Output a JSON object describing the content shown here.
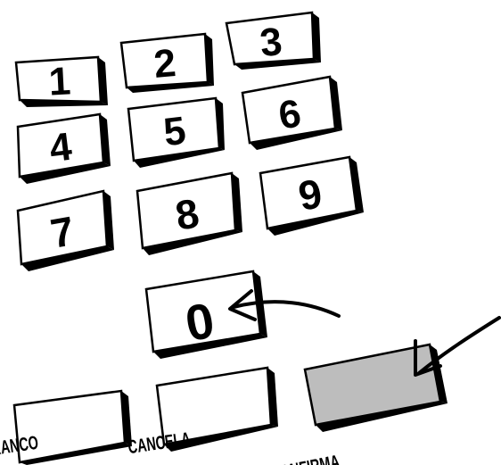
{
  "keypad": {
    "keys": {
      "k1": "1",
      "k2": "2",
      "k3": "3",
      "k4": "4",
      "k5": "5",
      "k6": "6",
      "k7": "7",
      "k8": "8",
      "k9": "9",
      "k0": "0"
    },
    "actions": {
      "branco": "BRANCO",
      "cancela": "CANCELA",
      "confirma": "CONFIRMA"
    },
    "colors": {
      "key_face": "#ffffff",
      "confirm_face": "#bdbdbd",
      "ink": "#000000"
    },
    "annotations": [
      "arrow-to-zero-key",
      "arrow-to-confirma-key"
    ]
  }
}
